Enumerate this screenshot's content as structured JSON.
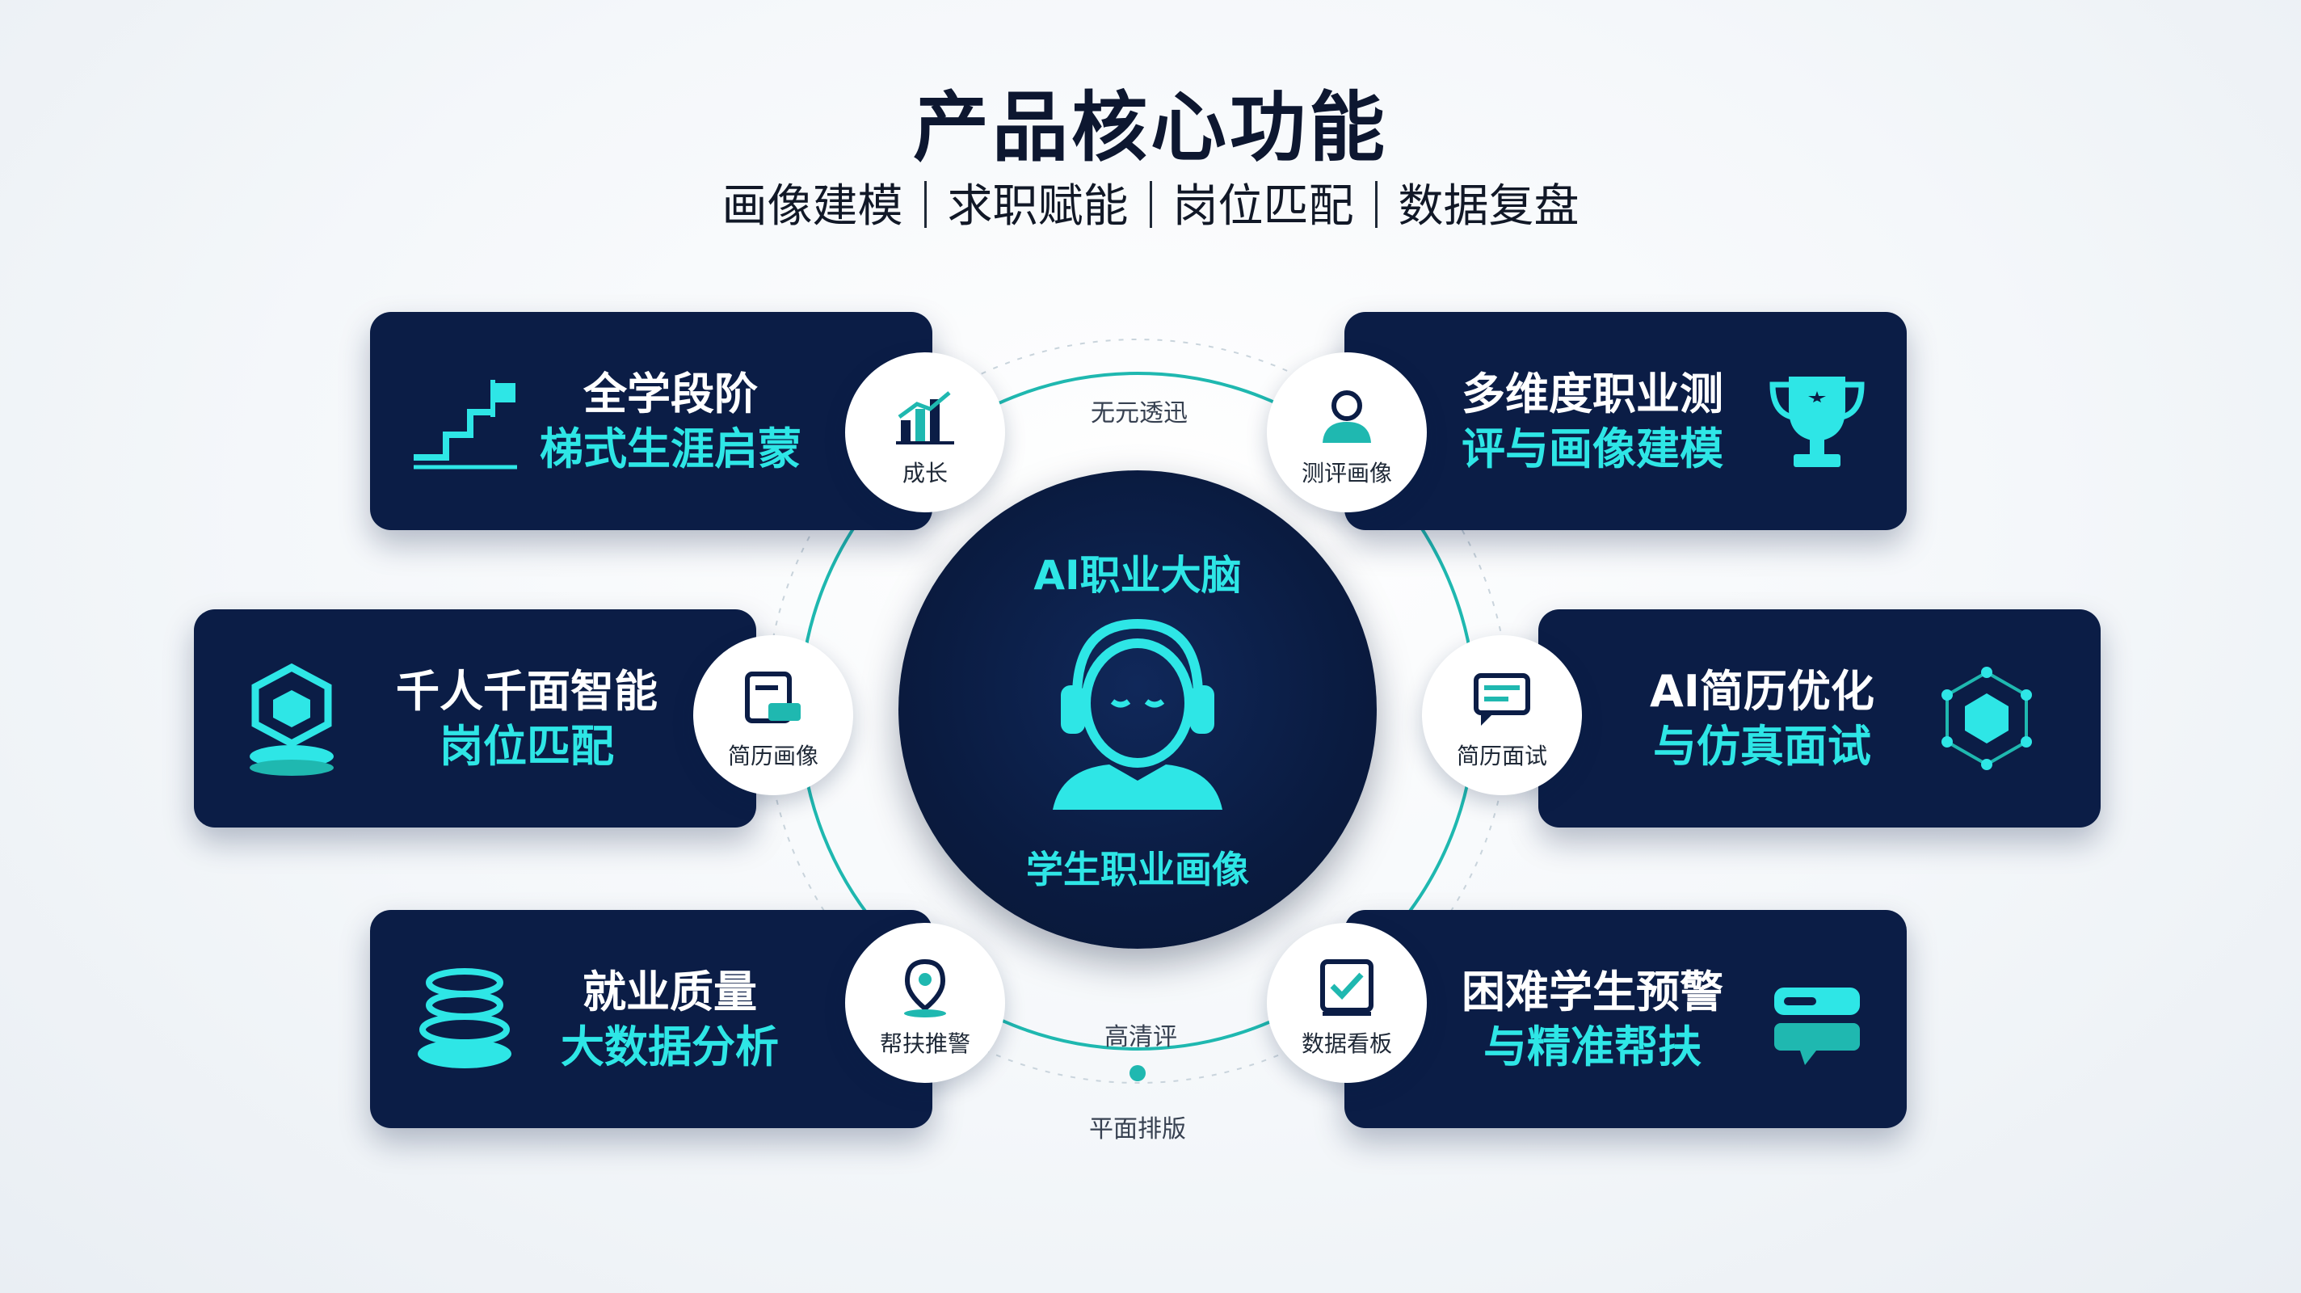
{
  "header": {
    "title": "产品核心功能",
    "subtitle_items": [
      "画像建模",
      "求职赋能",
      "岗位匹配",
      "数据复盘"
    ]
  },
  "center": {
    "top_label": "AI职业大脑",
    "bottom_label": "学生职业画像",
    "icon": "headset-person-icon"
  },
  "arc_labels": {
    "top": "无元透迅",
    "bottom_inner": "高清评",
    "bottom_outer": "平面排版"
  },
  "cards": [
    {
      "line1": "全学段阶",
      "line2": "梯式生涯启蒙",
      "icon": "staircase-flag-icon"
    },
    {
      "line1": "多维度职业测",
      "line2": "评与画像建模",
      "icon": "trophy-icon"
    },
    {
      "line1": "千人千面智能",
      "line2": "岗位匹配",
      "icon": "cube-stack-icon"
    },
    {
      "line1": "AI简历优化",
      "line2": "与仿真面试",
      "icon": "hexagon-network-icon"
    },
    {
      "line1": "就业质量",
      "line2": "大数据分析",
      "icon": "database-stack-icon"
    },
    {
      "line1": "困难学生预警",
      "line2": "与精准帮扶",
      "icon": "alert-bubble-icon"
    }
  ],
  "nodes": [
    {
      "label": "成长",
      "icon": "growth-chart-icon"
    },
    {
      "label": "测评画像",
      "icon": "user-profile-icon"
    },
    {
      "label": "简历画像",
      "icon": "resume-card-icon"
    },
    {
      "label": "简历面试",
      "icon": "chat-resume-icon"
    },
    {
      "label": "帮扶推警",
      "icon": "location-pin-icon"
    },
    {
      "label": "数据看板",
      "icon": "checkbox-board-icon"
    }
  ],
  "colors": {
    "navy": "#0b1d46",
    "accent": "#2ee6e6",
    "ring": "#1fb8b0"
  }
}
